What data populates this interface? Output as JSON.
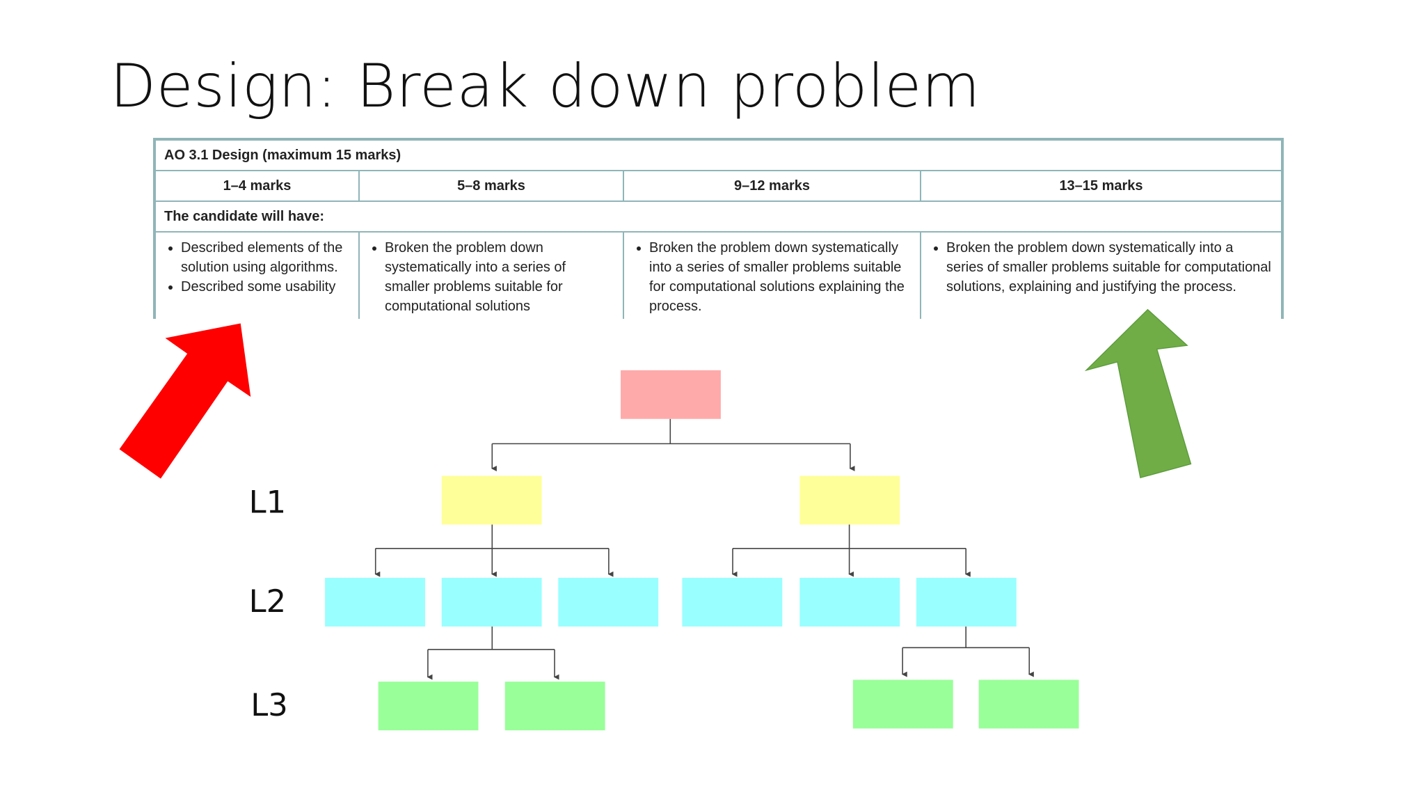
{
  "slide": {
    "title": "Design: Break down problem"
  },
  "rubric": {
    "heading": "AO 3.1 Design (maximum 15 marks)",
    "bands": [
      "1–4 marks",
      "5–8 marks",
      "9–12 marks",
      "13–15 marks"
    ],
    "lead": "The candidate will have:",
    "criteria": [
      [
        "Described elements of the solution using algorithms.",
        "Described some usability"
      ],
      [
        "Broken the problem down systematically into a series of smaller problems suitable for computational solutions"
      ],
      [
        "Broken the problem down systematically into a series of smaller problems suitable for computational solutions explaining the process."
      ],
      [
        "Broken the problem down systematically into a series of smaller problems suitable for computational solutions, explaining and justifying the process."
      ]
    ]
  },
  "arrows": {
    "left_color": "#ff0000",
    "right_color": "#70ad47"
  },
  "tree": {
    "levels": [
      "L1",
      "L2",
      "L3"
    ],
    "colors": {
      "root": "#ffaaaa",
      "l1": "#ffff99",
      "l2": "#99ffff",
      "l3": "#99ff99",
      "line": "#444444"
    }
  }
}
